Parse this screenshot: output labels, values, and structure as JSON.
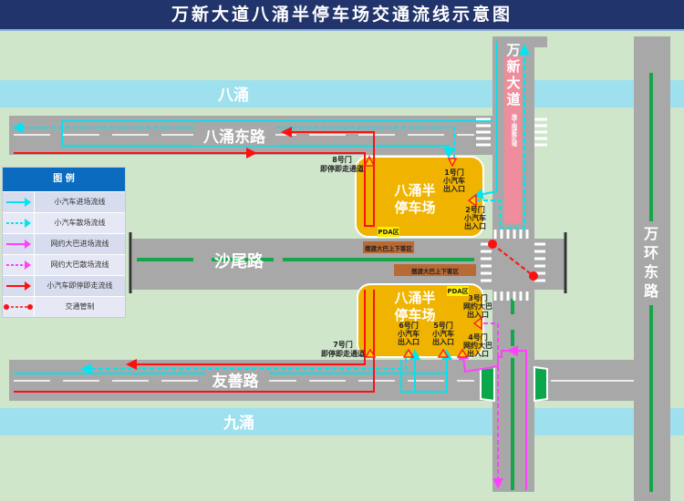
{
  "title": "万新大道八涌半停车场交通流线示意图",
  "rivers": {
    "north": "八涌",
    "south": "九涌"
  },
  "roads": {
    "badong": "八涌东路",
    "shawei": "沙尾路",
    "youshan": "友善路",
    "wanxin": [
      "万",
      "新",
      "大",
      "道"
    ],
    "wanhuan": [
      "万",
      "环",
      "东",
      "路"
    ]
  },
  "construction_zone": "施工围蔽区域",
  "lots": {
    "north": [
      "八涌半",
      "停车场"
    ],
    "south": [
      "八涌半",
      "停车场"
    ],
    "pda": "PDA区"
  },
  "shuttle_zone": "摆渡大巴上下客区",
  "gates": [
    {
      "id": "g8",
      "lines": [
        "8号门",
        "即停即走通道"
      ]
    },
    {
      "id": "g1",
      "lines": [
        "1号门",
        "小汽车",
        "出入口"
      ]
    },
    {
      "id": "g2",
      "lines": [
        "2号门",
        "小汽车",
        "出入口"
      ]
    },
    {
      "id": "g3",
      "lines": [
        "3号门",
        "网约大巴",
        "出入口"
      ]
    },
    {
      "id": "g4",
      "lines": [
        "4号门",
        "网约大巴",
        "出入口"
      ]
    },
    {
      "id": "g5",
      "lines": [
        "5号门",
        "小汽车",
        "出入口"
      ]
    },
    {
      "id": "g6",
      "lines": [
        "6号门",
        "小汽车",
        "出入口"
      ]
    },
    {
      "id": "g7",
      "lines": [
        "7号门",
        "即停即走通道"
      ]
    }
  ],
  "legend": {
    "title": "图 例",
    "items": [
      {
        "label": "小汽车进场流线",
        "color": "#00e5f0",
        "style": "solid"
      },
      {
        "label": "小汽车散场流线",
        "color": "#00e5f0",
        "style": "dashed"
      },
      {
        "label": "网约大巴进场流线",
        "color": "#ff40ff",
        "style": "solid"
      },
      {
        "label": "网约大巴散场流线",
        "color": "#ff40ff",
        "style": "dashed"
      },
      {
        "label": "小汽车即停即走流线",
        "color": "#ff1010",
        "style": "solid"
      },
      {
        "label": "交通管制",
        "color": "#ff1010",
        "style": "dotted"
      }
    ]
  }
}
